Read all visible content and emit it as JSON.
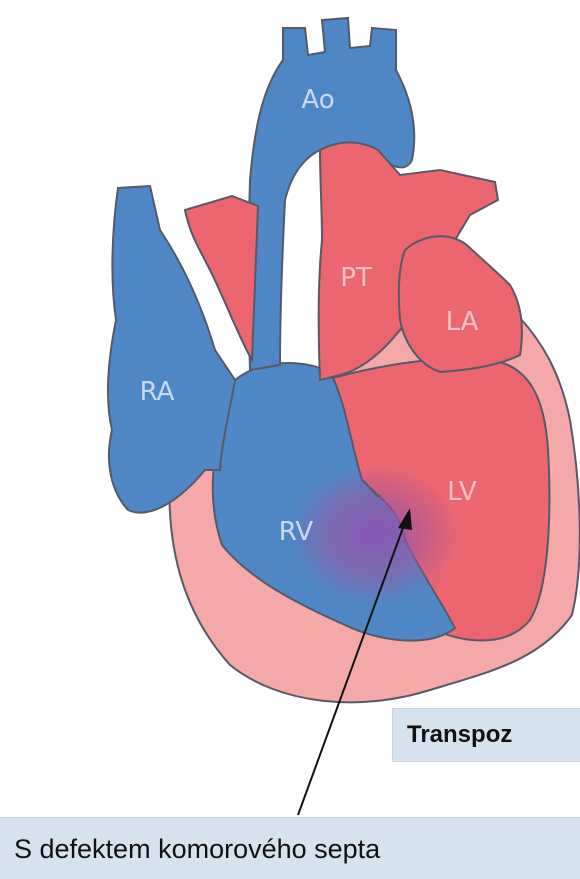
{
  "labels": {
    "ao": "Ao",
    "pt": "PT",
    "la": "LA",
    "ra": "RA",
    "rv": "RV",
    "lv": "LV"
  },
  "title": "Transpoz",
  "caption": "S defektem komorového septa",
  "colors": {
    "blue": "#4f86c6",
    "red": "#ec6670",
    "pink": "#f4a8a8",
    "outline": "#555a66",
    "box": "#d6e3ef",
    "mix": "#8b4fb8"
  }
}
